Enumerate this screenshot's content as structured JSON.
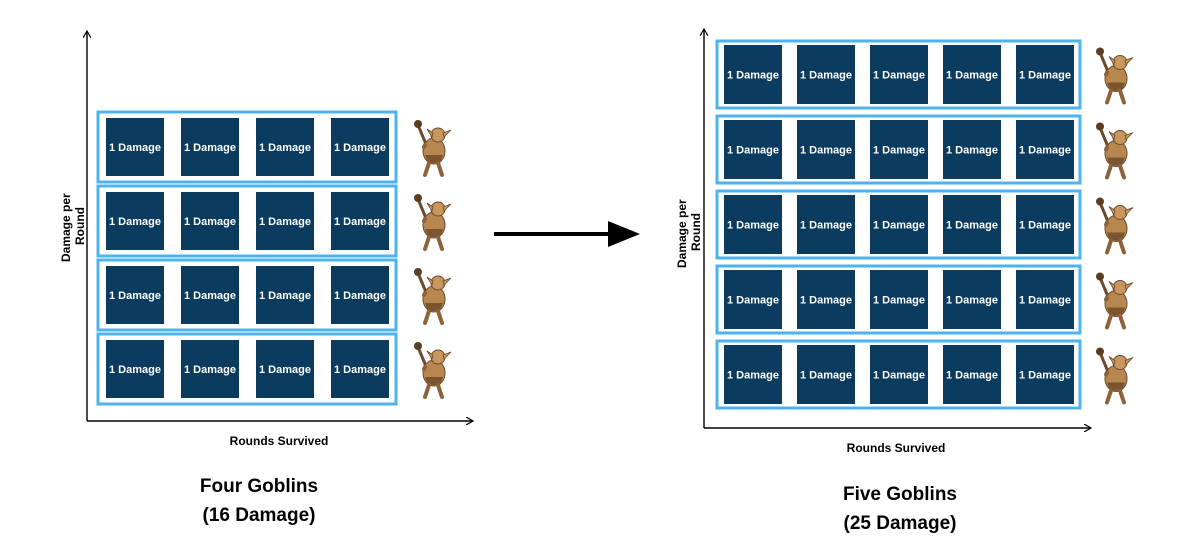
{
  "arrow": "right-arrow-icon",
  "goblin_icon": "goblin-icon",
  "colors": {
    "cell": "#0b3c5f",
    "row_border": "#4db3ee",
    "axis": "#000000"
  },
  "left_panel": {
    "y_axis_label": [
      "Damage per",
      "Round"
    ],
    "x_axis_label": "Rounds Survived",
    "caption_line1": "Four Goblins",
    "caption_line2": "(16 Damage)",
    "rows": [
      [
        "1 Damage",
        "1 Damage",
        "1 Damage",
        "1 Damage"
      ],
      [
        "1 Damage",
        "1 Damage",
        "1 Damage",
        "1 Damage"
      ],
      [
        "1 Damage",
        "1 Damage",
        "1 Damage",
        "1 Damage"
      ],
      [
        "1 Damage",
        "1 Damage",
        "1 Damage",
        "1 Damage"
      ]
    ]
  },
  "right_panel": {
    "y_axis_label": [
      "Damage per",
      "Round"
    ],
    "x_axis_label": "Rounds Survived",
    "caption_line1": "Five Goblins",
    "caption_line2": "(25 Damage)",
    "rows": [
      [
        "1 Damage",
        "1 Damage",
        "1 Damage",
        "1 Damage",
        "1 Damage"
      ],
      [
        "1 Damage",
        "1 Damage",
        "1 Damage",
        "1 Damage",
        "1 Damage"
      ],
      [
        "1 Damage",
        "1 Damage",
        "1 Damage",
        "1 Damage",
        "1 Damage"
      ],
      [
        "1 Damage",
        "1 Damage",
        "1 Damage",
        "1 Damage",
        "1 Damage"
      ],
      [
        "1 Damage",
        "1 Damage",
        "1 Damage",
        "1 Damage",
        "1 Damage"
      ]
    ]
  }
}
